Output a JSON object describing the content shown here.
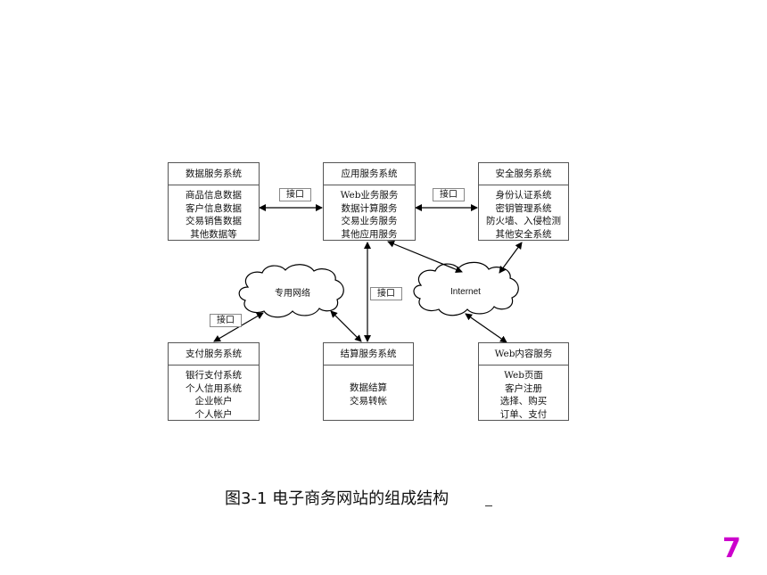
{
  "boxes": {
    "data_service": {
      "title": "数据服务系统",
      "items": [
        "商品信息数据",
        "客户信息数据",
        "交易销售数据",
        "其他数据等"
      ]
    },
    "app_service": {
      "title": "应用服务系统",
      "items": [
        "Web业务服务",
        "数据计算服务",
        "交易业务服务",
        "其他应用服务"
      ]
    },
    "security_service": {
      "title": "安全服务系统",
      "items": [
        "身份认证系统",
        "密钥管理系统",
        "防火墙、入侵检测",
        "其他安全系统"
      ]
    },
    "payment_service": {
      "title": "支付服务系统",
      "items": [
        "银行支付系统",
        "个人信用系统",
        "企业帐户",
        "个人帐户"
      ]
    },
    "settlement_service": {
      "title": "结算服务系统",
      "items": [
        "数据结算",
        "交易转帐"
      ]
    },
    "web_content_service": {
      "title": "Web内容服务",
      "items": [
        "Web页面",
        "客户注册",
        "选择、购买",
        "订单、支付"
      ]
    }
  },
  "interface_label": "接口",
  "clouds": {
    "private_network": "专用网络",
    "internet": "Internet"
  },
  "caption": "图3-1 电子商务网站的组成结构",
  "page_number": "7",
  "colors": {
    "page_number": "#cc00cc",
    "line": "#000000",
    "border": "#555555"
  }
}
